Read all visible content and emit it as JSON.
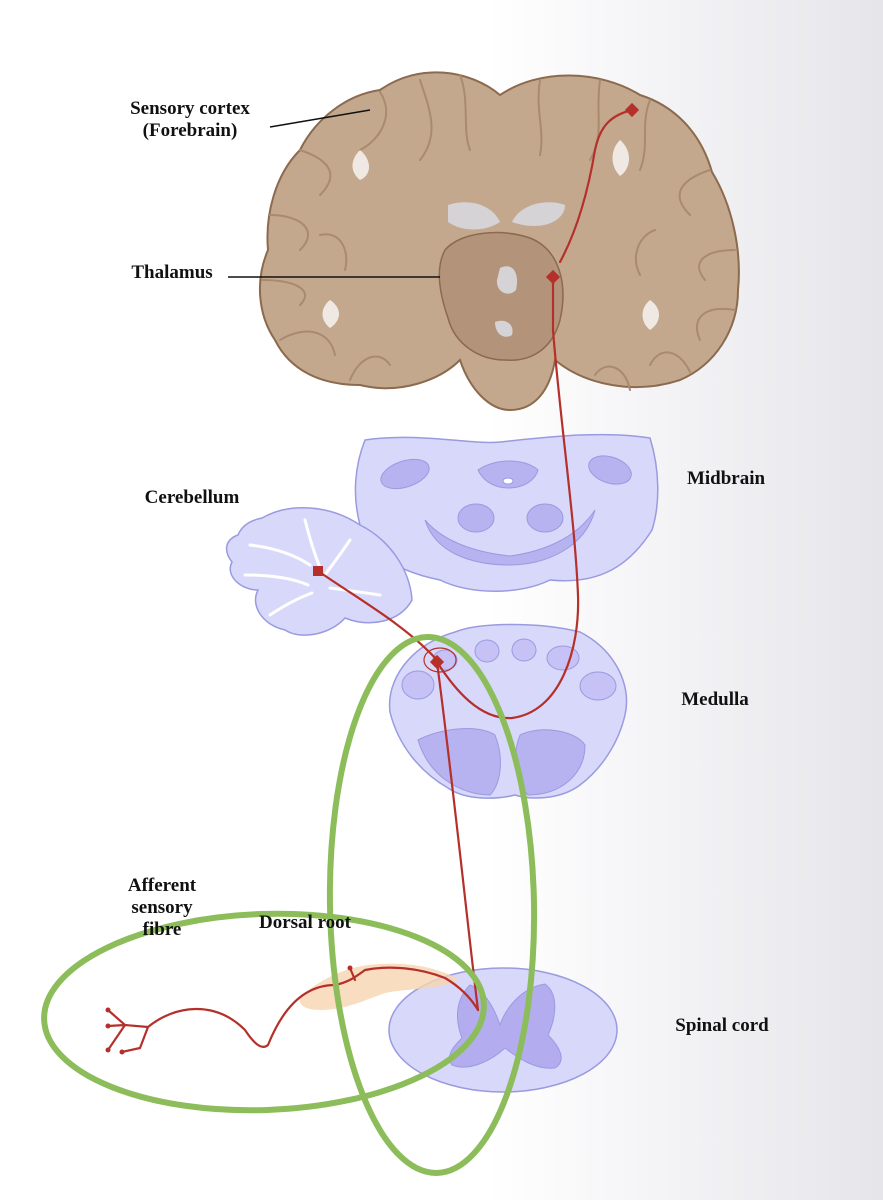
{
  "labels": {
    "sensory_cortex_line1": "Sensory cortex",
    "sensory_cortex_line2": "(Forebrain)",
    "thalamus": "Thalamus",
    "cerebellum": "Cerebellum",
    "midbrain": "Midbrain",
    "medulla": "Medulla",
    "afferent_line1": "Afferent",
    "afferent_line2": "sensory",
    "afferent_line3": "fibre",
    "dorsal_root": "Dorsal root",
    "spinal_cord": "Spinal cord"
  },
  "colors": {
    "brain_fill": "#c4a88e",
    "brain_stroke": "#8b6a4e",
    "brainstem_fill": "#d8d8fb",
    "brainstem_stroke": "#9a9ae0",
    "nucleus_fill": "#b7b2f0",
    "pathway": "#b5302a",
    "highlight_ellipse": "#8cbd5a",
    "dorsal_root_glow": "#f8d4b0"
  },
  "highlight_count": 2
}
